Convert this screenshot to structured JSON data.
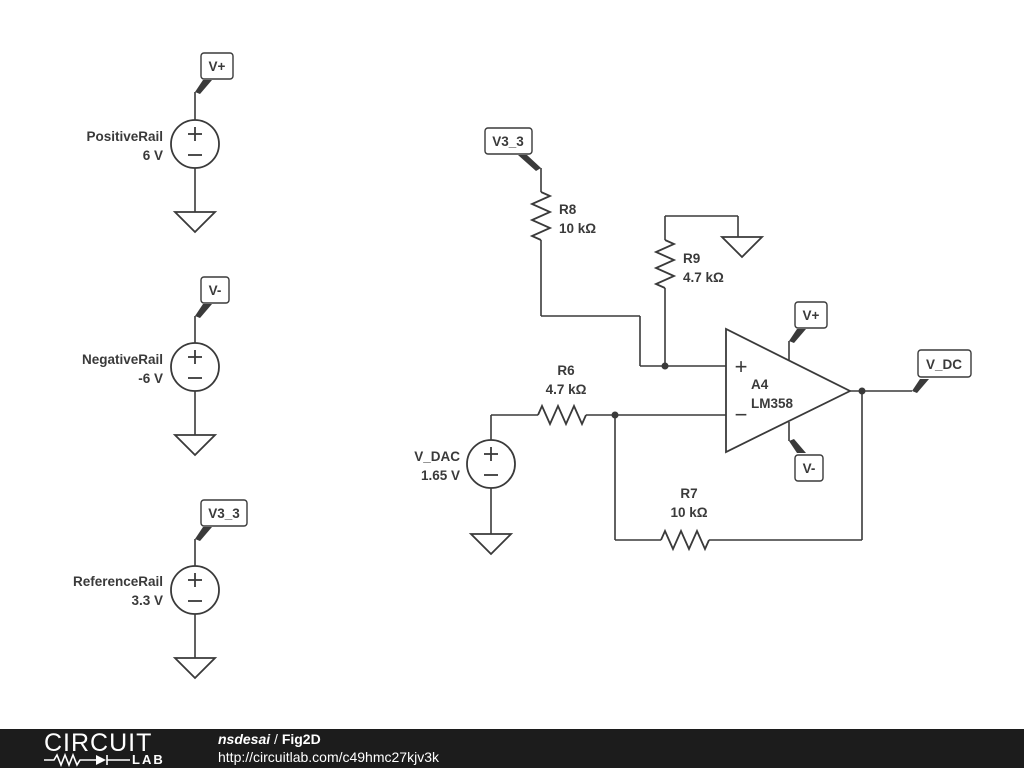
{
  "sources": {
    "positive": {
      "name": "PositiveRail",
      "value": "6 V",
      "net": "V+"
    },
    "negative": {
      "name": "NegativeRail",
      "value": "-6 V",
      "net": "V-"
    },
    "reference": {
      "name": "ReferenceRail",
      "value": "3.3 V",
      "net": "V3_3"
    },
    "dac": {
      "name": "V_DAC",
      "value": "1.65 V"
    }
  },
  "resistors": {
    "r8": {
      "name": "R8",
      "value": "10 kΩ"
    },
    "r9": {
      "name": "R9",
      "value": "4.7 kΩ"
    },
    "r6": {
      "name": "R6",
      "value": "4.7 kΩ"
    },
    "r7": {
      "name": "R7",
      "value": "10 kΩ"
    }
  },
  "opamp": {
    "name": "A4",
    "part": "LM358",
    "plus": "+",
    "minus": "−"
  },
  "nets": {
    "v3_3_top": "V3_3",
    "opamp_vplus": "V+",
    "opamp_vminus": "V-",
    "output": "V_DC"
  },
  "source_signs": {
    "plus": "+",
    "minus": "−"
  },
  "footer": {
    "logo_top": "CIRCUIT",
    "logo_bottom": "LAB",
    "user": "nsdesai",
    "separator": " / ",
    "title": "Fig2D",
    "url": "http://circuitlab.com/c49hmc27kjv3k"
  }
}
